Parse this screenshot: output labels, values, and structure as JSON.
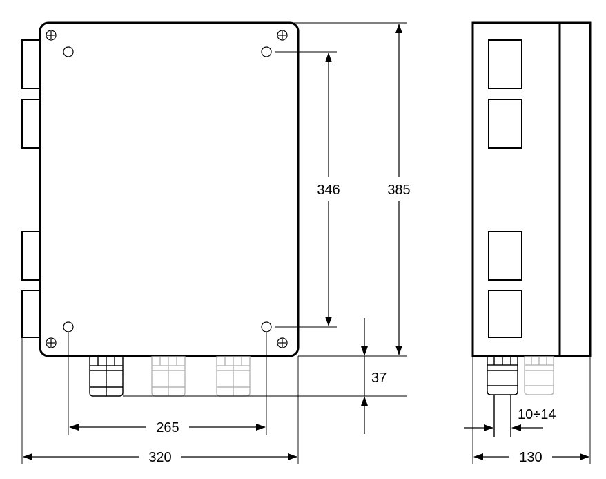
{
  "dimensions": {
    "width_outer": "320",
    "hole_spacing_horizontal": "265",
    "hole_spacing_vertical": "346",
    "height_outer": "385",
    "gland_depth": "37",
    "depth_side": "130",
    "cable_diameter": "10÷14"
  },
  "colors": {
    "line": "#000000",
    "ghost_gland": "#b5b5b5",
    "background": "#ffffff"
  }
}
